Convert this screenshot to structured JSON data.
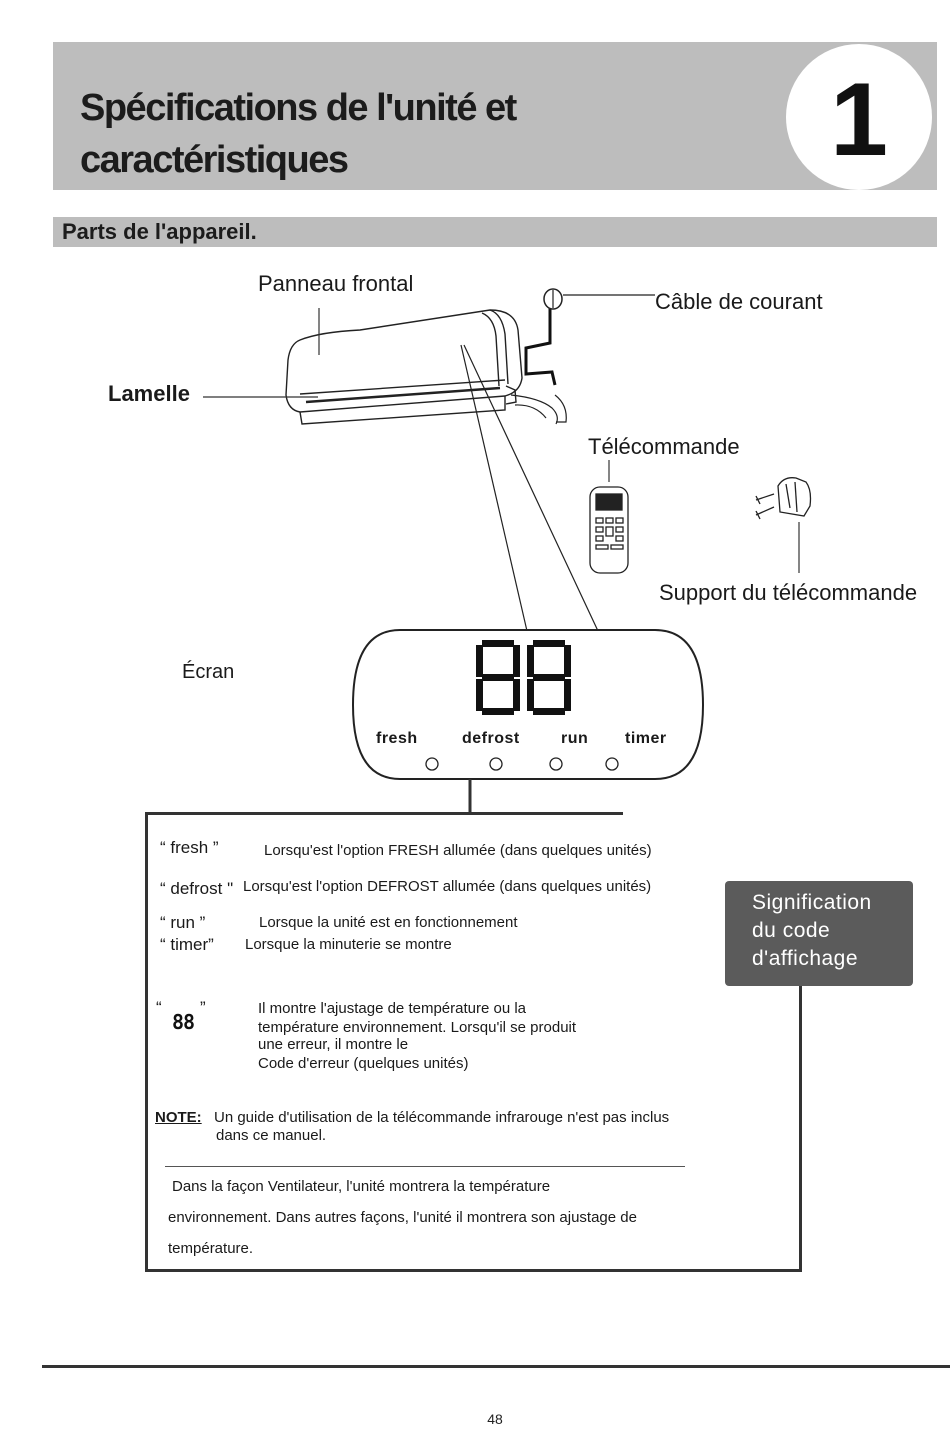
{
  "header": {
    "title_line1": "Spécifications de l'unité et",
    "title_line2": "caractéristiques",
    "chapter_number": "1"
  },
  "section": {
    "title": "Parts de l'appareil."
  },
  "diagram": {
    "labels": {
      "front_panel": "Panneau frontal",
      "power_cable": "Câble de courant",
      "louver": "Lamelle",
      "remote": "Télécommande",
      "remote_holder": "Support du télécommande",
      "screen": "Écran"
    },
    "display": {
      "digits": "88",
      "indicators": [
        "fresh",
        "defrost",
        "run",
        "timer"
      ]
    }
  },
  "legend": {
    "rows": [
      {
        "code": "“ fresh ”",
        "description": "Lorsqu'est l'option FRESH allumée (dans quelques  unités)"
      },
      {
        "code": "“ defrost \"",
        "description": "Lorsqu'est l'option DEFROST allumée (dans quelques unités)"
      },
      {
        "code": "“ run ”",
        "description": "Lorsque la unité est   en fonctionnement"
      },
      {
        "code": "“ timer”",
        "description": "Lorsque la minuterie se montre"
      }
    ],
    "digits_row": {
      "open_quote": "“",
      "digits": "88",
      "close_quote": "”",
      "lines": [
        "Il montre l'ajustage de température ou  la",
        "température  environnement. Lorsqu'il se produit",
        "une erreur, il montre  le",
        "Code d'erreur (quelques unités)"
      ]
    },
    "note_label": "NOTE:",
    "note_line1": "Un guide d'utilisation de la télécommande infrarouge n'est pas inclus",
    "note_line2": "dans ce manuel.",
    "fan_note": [
      "Dans la façon Ventilateur, l'unité montrera la température",
      "environnement. Dans autres façons, l'unité il montrera son ajustage de",
      "température."
    ]
  },
  "callout": {
    "lines": [
      "Signification",
      "du code",
      "d'affichage"
    ]
  },
  "footer": {
    "page_number": "48"
  }
}
